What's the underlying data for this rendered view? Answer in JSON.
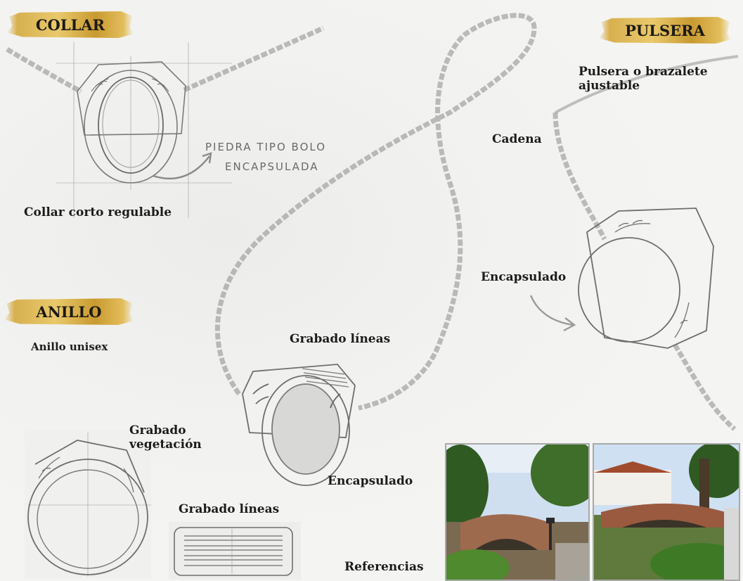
{
  "banners": {
    "collar": "COLLAR",
    "pulsera": "PULSERA",
    "anillo": "ANILLO"
  },
  "labels": {
    "collar_corto": "Collar corto regulable",
    "piedra_line1": "PIEDRA TIPO BOLO",
    "piedra_line2": "ENCAPSULADA",
    "cadena": "Cadena",
    "pulsera_line1": "Pulsera o brazalete",
    "pulsera_line2": "ajustable",
    "encapsulado_pulsera": "Encapsulado",
    "anillo_unisex": "Anillo unisex",
    "grabado_lineas_top": "Grabado líneas",
    "grabado_veg_line1": "Grabado",
    "grabado_veg_line2": "vegetación",
    "encapsulado_center": "Encapsulado",
    "grabado_lineas_bottom": "Grabado líneas",
    "referencias": "Referencias"
  },
  "colors": {
    "gold": "#d7b04f",
    "pencil": "#8a8a8a",
    "paper": "#f4f4f2"
  }
}
